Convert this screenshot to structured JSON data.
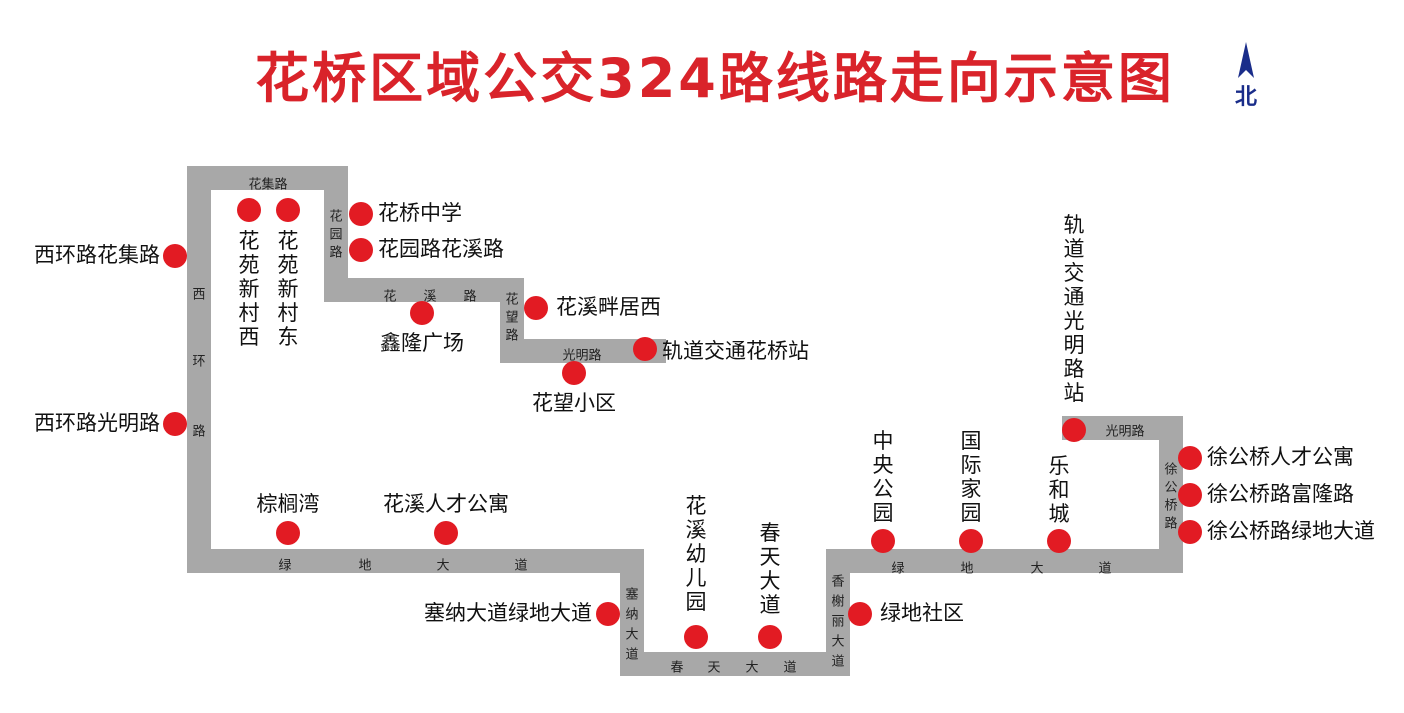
{
  "title": "花桥区域公交324路线路走向示意图",
  "north_label": "北",
  "colors": {
    "title": "#d9232a",
    "route": "#a8a8a8",
    "stop": "#e21b23",
    "north": "#1a2d8a",
    "text": "#111111"
  },
  "roads": [
    "花集路",
    "花",
    "园",
    "路",
    "西",
    "环",
    "路",
    "花",
    "溪",
    "路",
    "花",
    "望",
    "路",
    "光明路",
    "绿",
    "地",
    "大",
    "道",
    "塞",
    "纳",
    "大",
    "道",
    "春",
    "天",
    "大",
    "道",
    "香",
    "榭",
    "丽",
    "大",
    "道",
    "绿",
    "地",
    "大",
    "道",
    "徐",
    "公",
    "桥",
    "路",
    "光明路"
  ],
  "stops": [
    {
      "name": "西环路花集路",
      "chars": []
    },
    {
      "name": "西环路光明路",
      "chars": []
    },
    {
      "name": "花苑新村西",
      "chars": [
        "花",
        "苑",
        "新",
        "村",
        "西"
      ]
    },
    {
      "name": "花苑新村东",
      "chars": [
        "花",
        "苑",
        "新",
        "村",
        "东"
      ]
    },
    {
      "name": "花桥中学",
      "chars": []
    },
    {
      "name": "花园路花溪路",
      "chars": []
    },
    {
      "name": "鑫隆广场",
      "chars": []
    },
    {
      "name": "花溪畔居西",
      "chars": []
    },
    {
      "name": "轨道交通花桥站",
      "chars": []
    },
    {
      "name": "花望小区",
      "chars": []
    },
    {
      "name": "棕榈湾",
      "chars": []
    },
    {
      "name": "花溪人才公寓",
      "chars": []
    },
    {
      "name": "塞纳大道绿地大道",
      "chars": []
    },
    {
      "name": "花溪幼儿园",
      "chars": [
        "花",
        "溪",
        "幼",
        "儿",
        "园"
      ]
    },
    {
      "name": "春天大道",
      "chars": [
        "春",
        "天",
        "大",
        "道"
      ]
    },
    {
      "name": "绿地社区",
      "chars": []
    },
    {
      "name": "中央公园",
      "chars": [
        "中",
        "央",
        "公",
        "园"
      ]
    },
    {
      "name": "国际家园",
      "chars": [
        "国",
        "际",
        "家",
        "园"
      ]
    },
    {
      "name": "乐和城",
      "chars": [
        "乐",
        "和",
        "城"
      ]
    },
    {
      "name": "轨道交通光明路站",
      "chars": [
        "轨",
        "道",
        "交",
        "通",
        "光",
        "明",
        "路",
        "站"
      ]
    },
    {
      "name": "徐公桥人才公寓",
      "chars": []
    },
    {
      "name": "徐公桥路富隆路",
      "chars": []
    },
    {
      "name": "徐公桥路绿地大道",
      "chars": []
    }
  ]
}
